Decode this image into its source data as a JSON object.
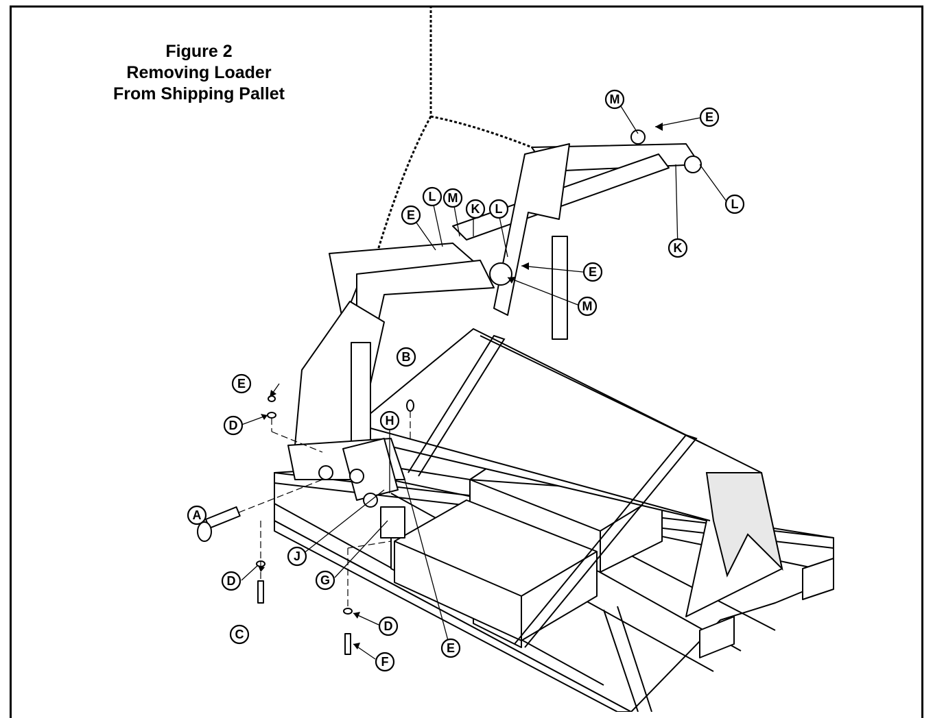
{
  "figure": {
    "title_line1": "Figure 2",
    "title_line2": "Removing Loader",
    "title_line3": "From Shipping Pallet"
  },
  "callouts": {
    "a": "A",
    "b": "B",
    "c": "C",
    "d1": "D",
    "d2": "D",
    "d3": "D",
    "e1": "E",
    "e2": "E",
    "e3": "E",
    "e4": "E",
    "e5": "E",
    "f": "F",
    "g": "G",
    "h": "H",
    "j": "J",
    "k1": "K",
    "k2": "K",
    "l1": "L",
    "l2": "L",
    "l3": "L",
    "m1": "M",
    "m2": "M",
    "m3": "M"
  }
}
